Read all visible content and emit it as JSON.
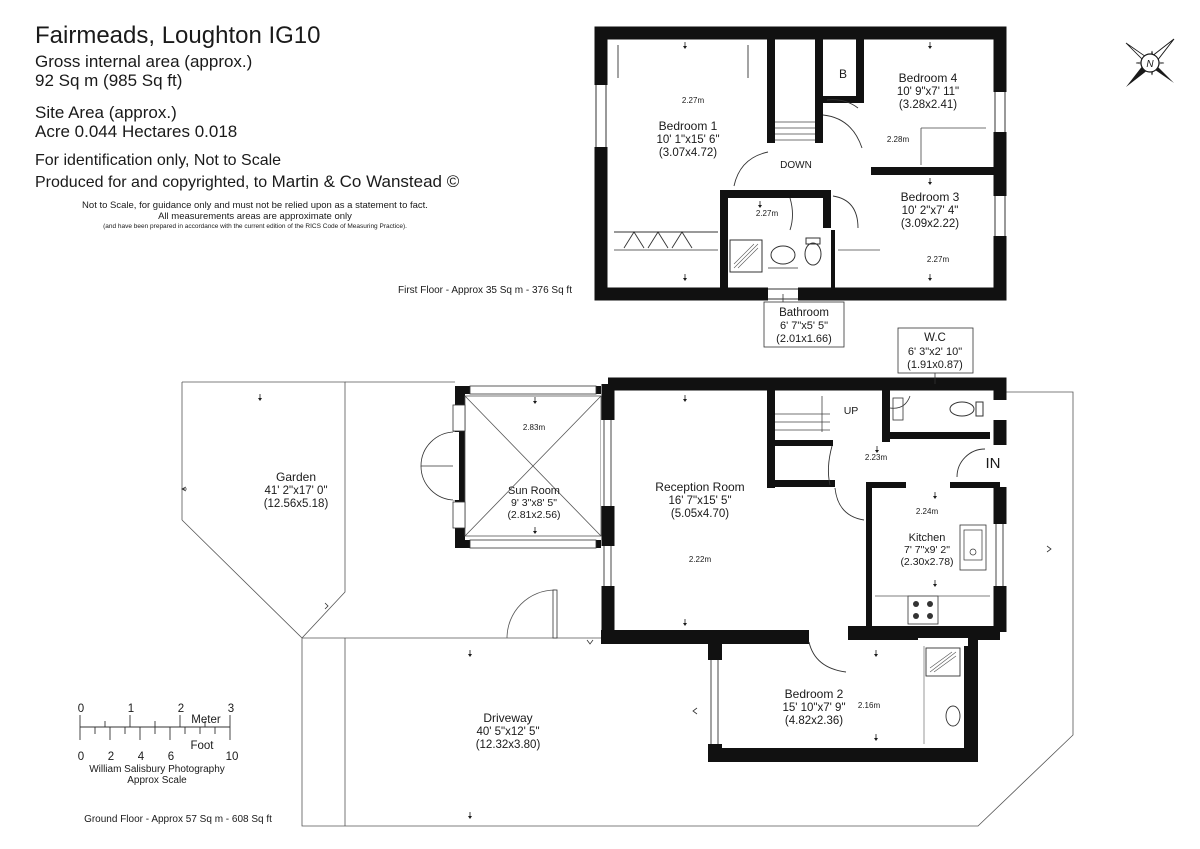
{
  "header": {
    "title": "Fairmeads, Loughton IG10",
    "gross_area_label": "Gross internal area (approx.)",
    "gross_area_value": "92 Sq m (985 Sq ft)",
    "site_area_label": "Site Area (approx.)",
    "site_area_value": "Acre 0.044 Hectares 0.018",
    "identification": "For identification only, Not to Scale",
    "copyright_prefix": "Produced for and copyrighted, to",
    "copyright_brand": "Martin & Co Wanstead ©"
  },
  "disclaimer": {
    "line1": "Not to Scale, for guidance only and must not be relied upon as a statement to fact.",
    "line2": "All measurements areas are approximate only",
    "line3": "(and have been prepared in accordance with the current edition of the RICS Code of Measuring Practice)."
  },
  "compass": {
    "letter": "N"
  },
  "first_floor": {
    "caption": "First Floor - Approx 35 Sq m - 376 Sq ft",
    "down_label": "DOWN",
    "cupboard_label": "B",
    "bedroom1": {
      "name": "Bedroom 1",
      "imperial": "10' 1\"x15' 6\"",
      "metric": "(3.07x4.72)",
      "height": "2.27m"
    },
    "bedroom4": {
      "name": "Bedroom 4",
      "imperial": "10' 9\"x7' 11\"",
      "metric": "(3.28x2.41)",
      "height": "2.28m"
    },
    "bedroom3": {
      "name": "Bedroom 3",
      "imperial": "10' 2\"x7' 4\"",
      "metric": "(3.09x2.22)",
      "height": "2.27m"
    },
    "bathroom": {
      "name": "Bathroom",
      "imperial": "6' 7\"x5' 5\"",
      "metric": "(2.01x1.66)",
      "height": "2.27m"
    }
  },
  "ground_floor": {
    "caption": "Ground Floor - Approx 57 Sq m - 608 Sq ft",
    "up_label": "UP",
    "in_label": "IN",
    "wc": {
      "name": "W.C",
      "imperial": "6' 3\"x2' 10\"",
      "metric": "(1.91x0.87)"
    },
    "garden": {
      "name": "Garden",
      "imperial": "41' 2\"x17' 0\"",
      "metric": "(12.56x5.18)"
    },
    "sun_room": {
      "name": "Sun Room",
      "imperial": "9' 3\"x8' 5\"",
      "metric": "(2.81x2.56)",
      "height": "2.83m"
    },
    "reception": {
      "name": "Reception Room",
      "imperial": "16' 7\"x15' 5\"",
      "metric": "(5.05x4.70)",
      "height": "2.22m"
    },
    "hall": {
      "height": "2.23m"
    },
    "kitchen": {
      "name": "Kitchen",
      "imperial": "7' 7\"x9' 2\"",
      "metric": "(2.30x2.78)",
      "height": "2.24m"
    },
    "driveway": {
      "name": "Driveway",
      "imperial": "40' 5\"x12' 5\"",
      "metric": "(12.32x3.80)"
    },
    "bedroom2": {
      "name": "Bedroom 2",
      "imperial": "15' 10\"x7' 9\"",
      "metric": "(4.82x2.36)",
      "height": "2.16m"
    }
  },
  "scale_bar": {
    "meter_label": "Meter",
    "foot_label": "Foot",
    "meter_ticks": [
      "0",
      "1",
      "2",
      "3"
    ],
    "foot_ticks": [
      "0",
      "2",
      "4",
      "6",
      "10"
    ],
    "credit": "William Salisbury Photography",
    "approx": "Approx Scale"
  }
}
